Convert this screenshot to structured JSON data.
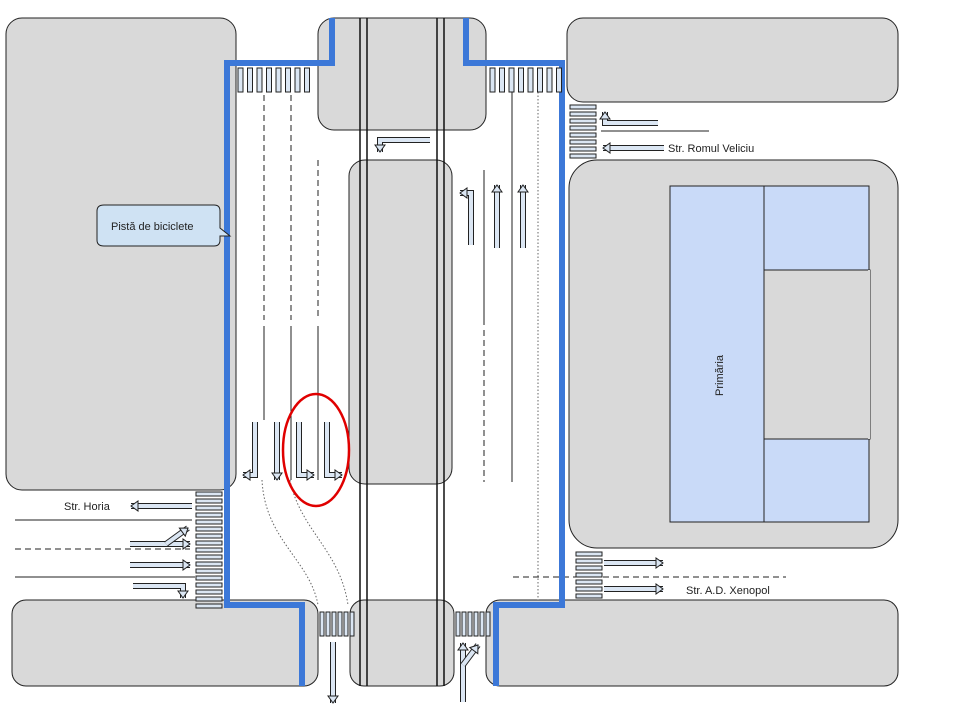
{
  "callout": {
    "text": "Pistă de biciclete"
  },
  "building": {
    "label": "Primăria"
  },
  "streets": {
    "horia": "Str. Horia",
    "romul_veliciu": "Str. Romul Veliciu",
    "xenopol": "Str. A.D. Xenopol"
  },
  "colors": {
    "bike_path": "#3c78d8",
    "building": "#c9daf8",
    "highlight": "#e00000",
    "block": "#d9d9d9"
  }
}
